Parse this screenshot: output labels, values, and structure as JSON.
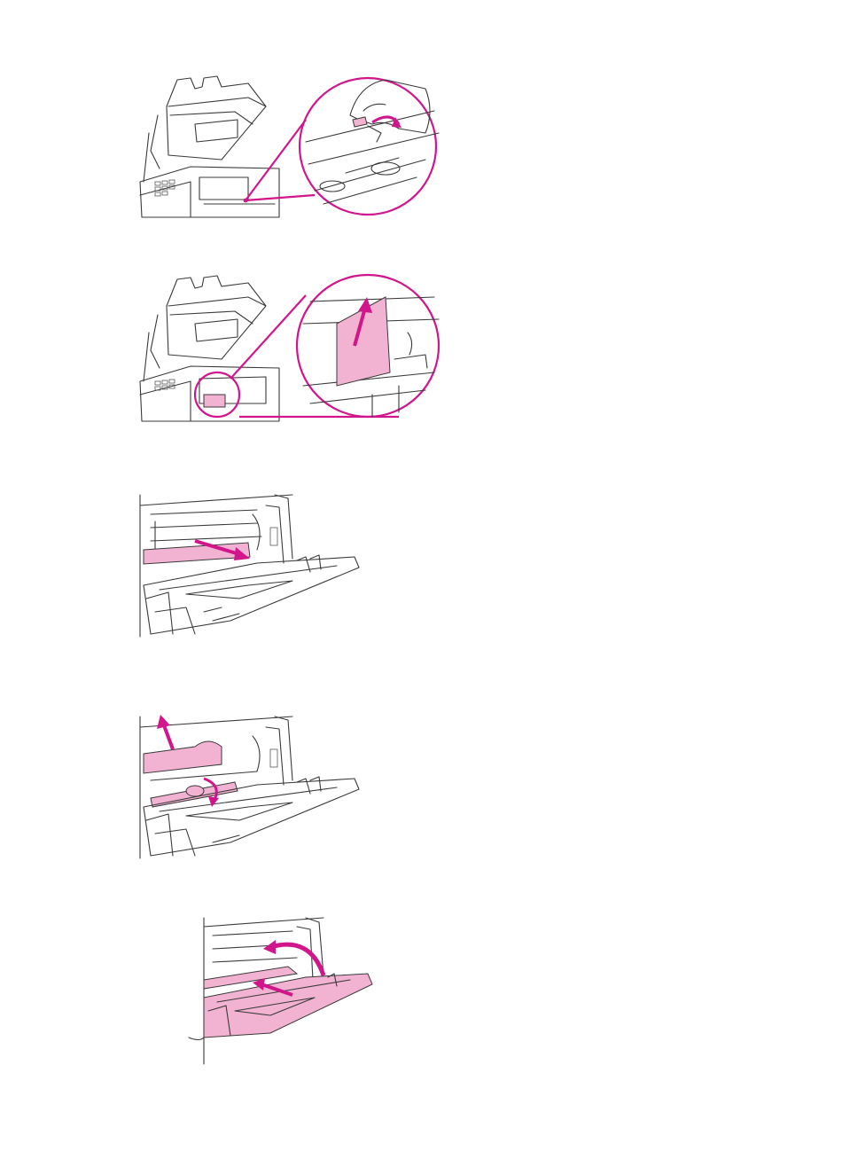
{
  "document": {
    "colors": {
      "accent": "#d1168b",
      "highlight": "#f2b3d2",
      "line": "#3a3a3a"
    },
    "figures": [
      {
        "id": "fig1",
        "subject": "printer-with-open-scanner-lid",
        "detail": "magnified-callout-hand-rotating-green-lever"
      },
      {
        "id": "fig2",
        "subject": "printer-with-open-scanner-lid",
        "detail": "magnified-callout-paper-pulled-up"
      },
      {
        "id": "fig3",
        "subject": "tray-1-open",
        "detail": "arrow-pull-jammed-paper-out"
      },
      {
        "id": "fig4",
        "subject": "tray-1-open",
        "detail": "lift-cover-and-rotate-roller"
      },
      {
        "id": "fig5",
        "subject": "tray-1-open",
        "detail": "close-tray-cover"
      }
    ]
  }
}
